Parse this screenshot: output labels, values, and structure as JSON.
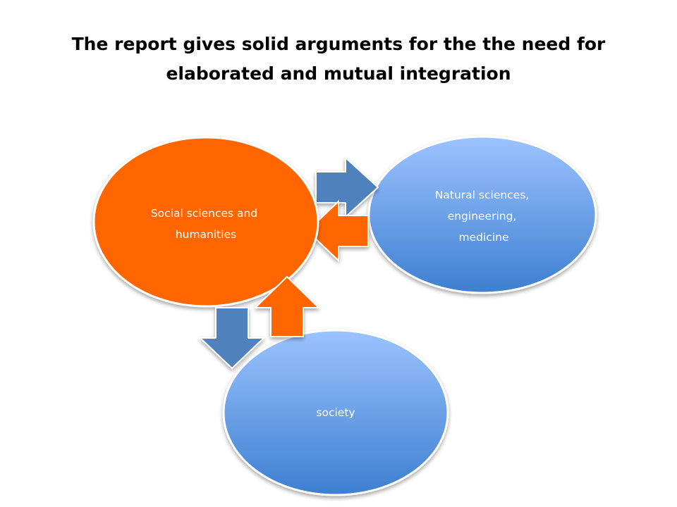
{
  "title": "The report gives solid arguments for the the need for elaborated and mutual integration",
  "nodes": {
    "social": {
      "lines": [
        "Social sciences and",
        "humanities"
      ],
      "fill": "#ff6600"
    },
    "natural": {
      "lines": [
        "Natural sciences,",
        "engineering,",
        "medicine"
      ],
      "fill_top": "#9cc3ff",
      "fill_bottom": "#3d7fd0"
    },
    "society": {
      "lines": [
        "society"
      ],
      "fill_top": "#9cc3ff",
      "fill_bottom": "#3d7fd0"
    }
  },
  "arrow_colors": {
    "blue": "#4f81bd",
    "orange": "#ff6600"
  }
}
